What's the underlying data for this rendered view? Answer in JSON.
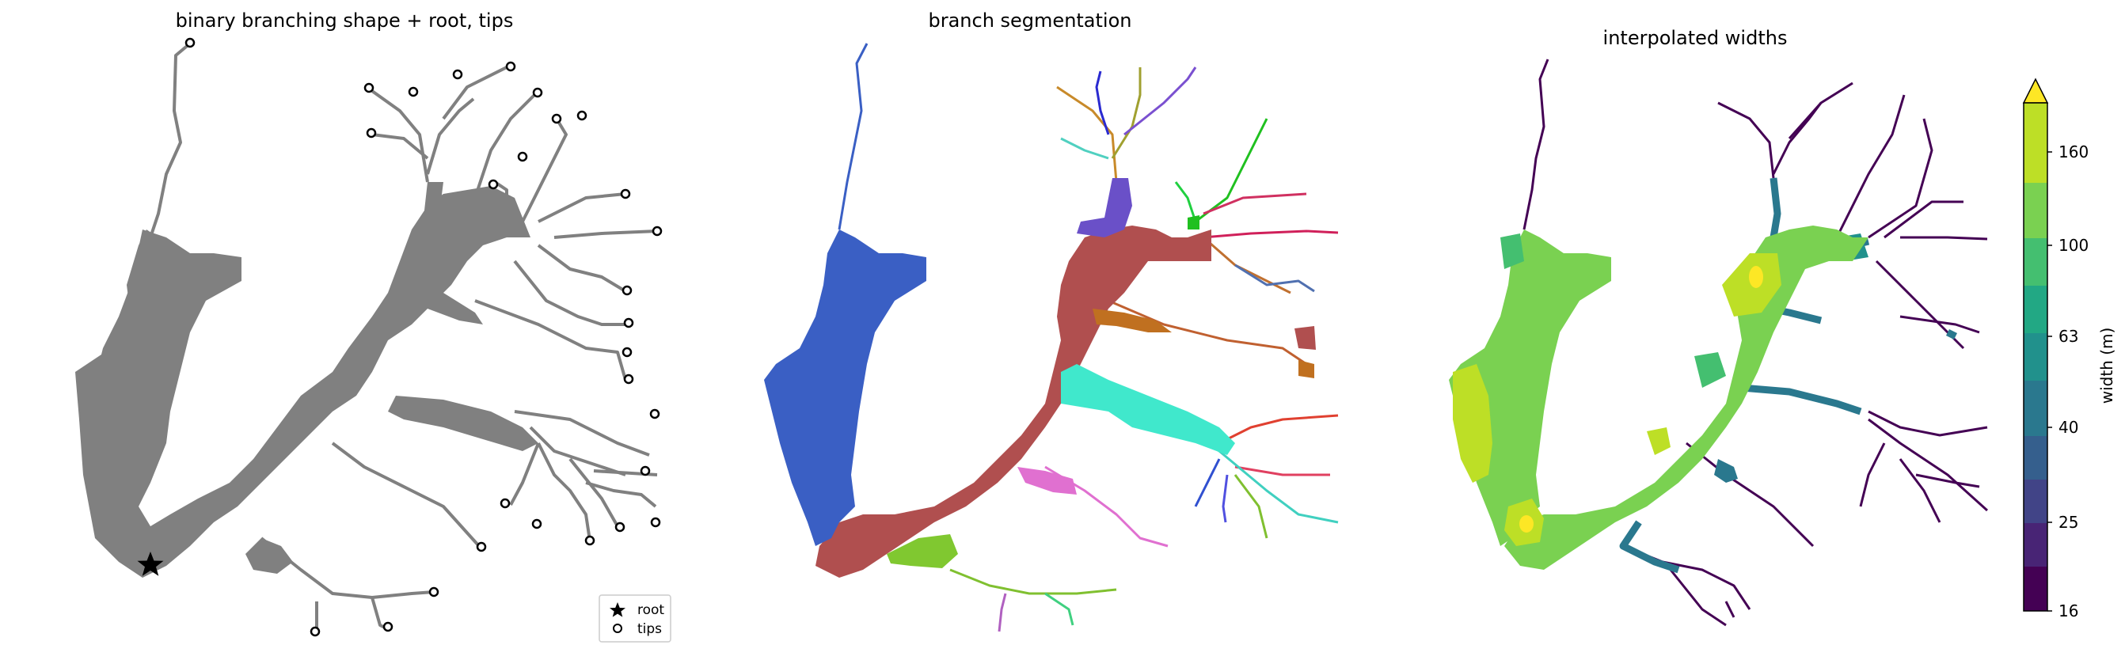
{
  "panels": [
    {
      "title": "binary branching shape + root, tips"
    },
    {
      "title": "branch segmentation"
    },
    {
      "title": "interpolated widths"
    }
  ],
  "legend": {
    "items": [
      {
        "label": "root",
        "marker": "star"
      },
      {
        "label": "tips",
        "marker": "open-circle"
      }
    ]
  },
  "colorbar": {
    "label": "width (m)",
    "ticks": [
      "16",
      "25",
      "40",
      "63",
      "100",
      "160"
    ],
    "colormap": [
      "#440154",
      "#482475",
      "#414487",
      "#355f8d",
      "#2a788e",
      "#21918c",
      "#22a884",
      "#44bf70",
      "#7ad151",
      "#bddf26",
      "#fde725"
    ],
    "extend": "max"
  },
  "colors": {
    "shape": "#808080",
    "trunk": "#b04f4f",
    "left_branch": "#3a5fc4"
  }
}
